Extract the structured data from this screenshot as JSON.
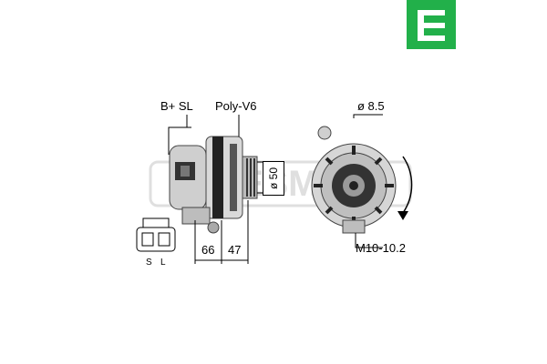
{
  "brand": {
    "logo_glyph": "E",
    "logo_color": "#22b04a"
  },
  "watermark": {
    "text": "MESMO"
  },
  "labels": {
    "connector_type": "B+ SL",
    "pulley_type": "Poly-V6",
    "pulley_diameter": "ø 50",
    "length_a": "66",
    "length_b": "47",
    "mount_hole": "ø 8.5",
    "thread": "M10-10.2",
    "pin_s": "S",
    "pin_l": "L"
  },
  "icons": [
    "alternator-side-view",
    "alternator-rear-view",
    "plug-connector-icon",
    "rotation-arrow-icon"
  ]
}
